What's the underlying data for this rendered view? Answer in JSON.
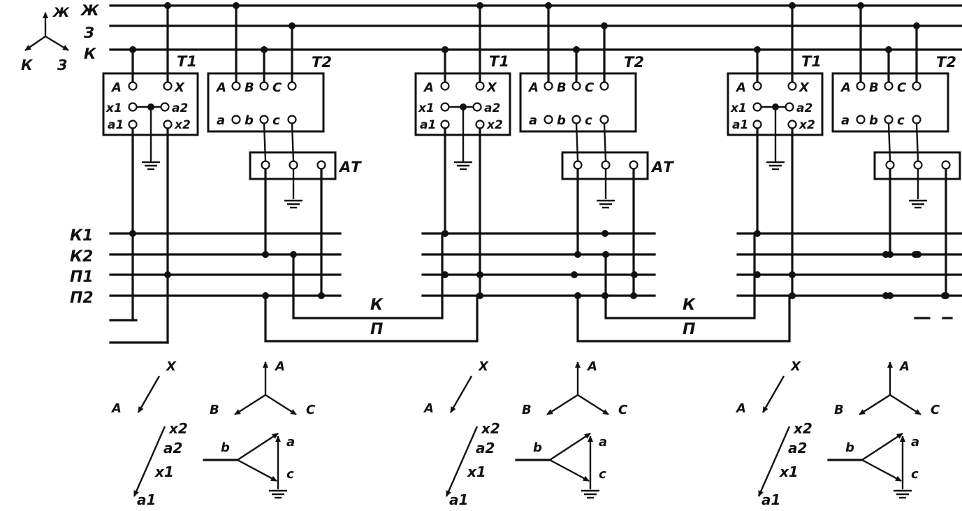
{
  "buses": {
    "top": [
      "Ж",
      "З",
      "К"
    ],
    "mid": [
      "К1",
      "К2",
      "П1",
      "П2"
    ]
  },
  "phase_legend": {
    "up": "Ж",
    "left": "К",
    "right": "З"
  },
  "transformers": {
    "t1": {
      "label": "Т1",
      "top": [
        "A",
        "X"
      ],
      "middle": [
        "x1",
        "a2"
      ],
      "bottom": [
        "a1",
        "x2"
      ]
    },
    "t2": {
      "label": "Т2",
      "top": [
        "A",
        "B",
        "C"
      ],
      "bottom": [
        "a",
        "b",
        "c"
      ]
    },
    "autotransformer": {
      "label": "АТ"
    }
  },
  "return_wires": [
    "К",
    "П"
  ],
  "vector_diagrams": {
    "t1_primary": [
      "A",
      "X"
    ],
    "t1_secondary": [
      "x2",
      "a2",
      "x1",
      "a1"
    ],
    "t2_primary": [
      "A",
      "B",
      "C"
    ],
    "t2_secondary": [
      "a",
      "b",
      "c"
    ]
  }
}
